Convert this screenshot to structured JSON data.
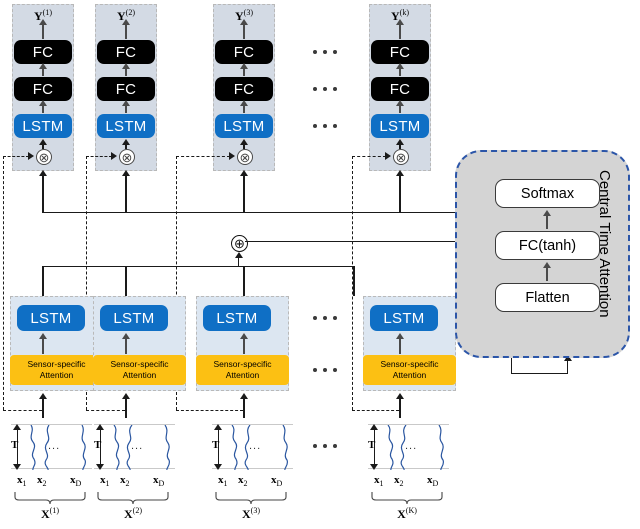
{
  "figure": {
    "type": "neural-network-architecture-diagram",
    "description": "Multi-task sensor network with sensor-specific attention and central time attention"
  },
  "task_columns": [
    {
      "output_label": "Y",
      "output_sup": "(1)",
      "blocks": [
        "FC",
        "FC",
        "LSTM"
      ],
      "op": "⊗"
    },
    {
      "output_label": "Y",
      "output_sup": "(2)",
      "blocks": [
        "FC",
        "FC",
        "LSTM"
      ],
      "op": "⊗"
    },
    {
      "output_label": "Y",
      "output_sup": "(3)",
      "blocks": [
        "FC",
        "FC",
        "LSTM"
      ],
      "op": "⊗"
    },
    {
      "output_label": "Y",
      "output_sup": "(k)",
      "blocks": [
        "FC",
        "FC",
        "LSTM"
      ],
      "op": "⊗"
    }
  ],
  "sensor_columns": [
    {
      "lstm_label": "LSTM",
      "attention_line1": "Sensor-specific",
      "attention_line2": "Attention"
    },
    {
      "lstm_label": "LSTM",
      "attention_line1": "Sensor-specific",
      "attention_line2": "Attention"
    },
    {
      "lstm_label": "LSTM",
      "attention_line1": "Sensor-specific",
      "attention_line2": "Attention"
    },
    {
      "lstm_label": "LSTM",
      "attention_line1": "Sensor-specific",
      "attention_line2": "Attention"
    }
  ],
  "merge_operator": "⊕",
  "central_attention": {
    "title": "Central Time Attention",
    "stack": [
      "Softmax",
      "FC(tanh)",
      "Flatten"
    ]
  },
  "inputs": [
    {
      "time_label": "T",
      "channels": [
        "x",
        "x",
        "x"
      ],
      "channel_subs": [
        "1",
        "2",
        "D"
      ],
      "ellipsis": "...",
      "name": "X",
      "name_sup": "(1)"
    },
    {
      "time_label": "T",
      "channels": [
        "x",
        "x",
        "x"
      ],
      "channel_subs": [
        "1",
        "2",
        "D"
      ],
      "ellipsis": "...",
      "name": "X",
      "name_sup": "(2)"
    },
    {
      "time_label": "T",
      "channels": [
        "x",
        "x",
        "x"
      ],
      "channel_subs": [
        "1",
        "2",
        "D"
      ],
      "ellipsis": "...",
      "name": "X",
      "name_sup": "(3)"
    },
    {
      "time_label": "T",
      "channels": [
        "x",
        "x",
        "x"
      ],
      "channel_subs": [
        "1",
        "2",
        "D"
      ],
      "ellipsis": "...",
      "name": "X",
      "name_sup": "(K)"
    }
  ],
  "colors": {
    "lstm_blue": "#0f6fc5",
    "fc_black": "#000000",
    "attention_yellow": "#fcc013",
    "task_panel": "#d3dae4",
    "sensor_panel": "#dce6f1",
    "central_panel": "#d4d4d4",
    "central_border": "#2b55a8",
    "signal_blue": "#2a56a0"
  },
  "ellipsis_marks": {
    "top": "•••",
    "middle": "•••",
    "bottom": "•••"
  }
}
